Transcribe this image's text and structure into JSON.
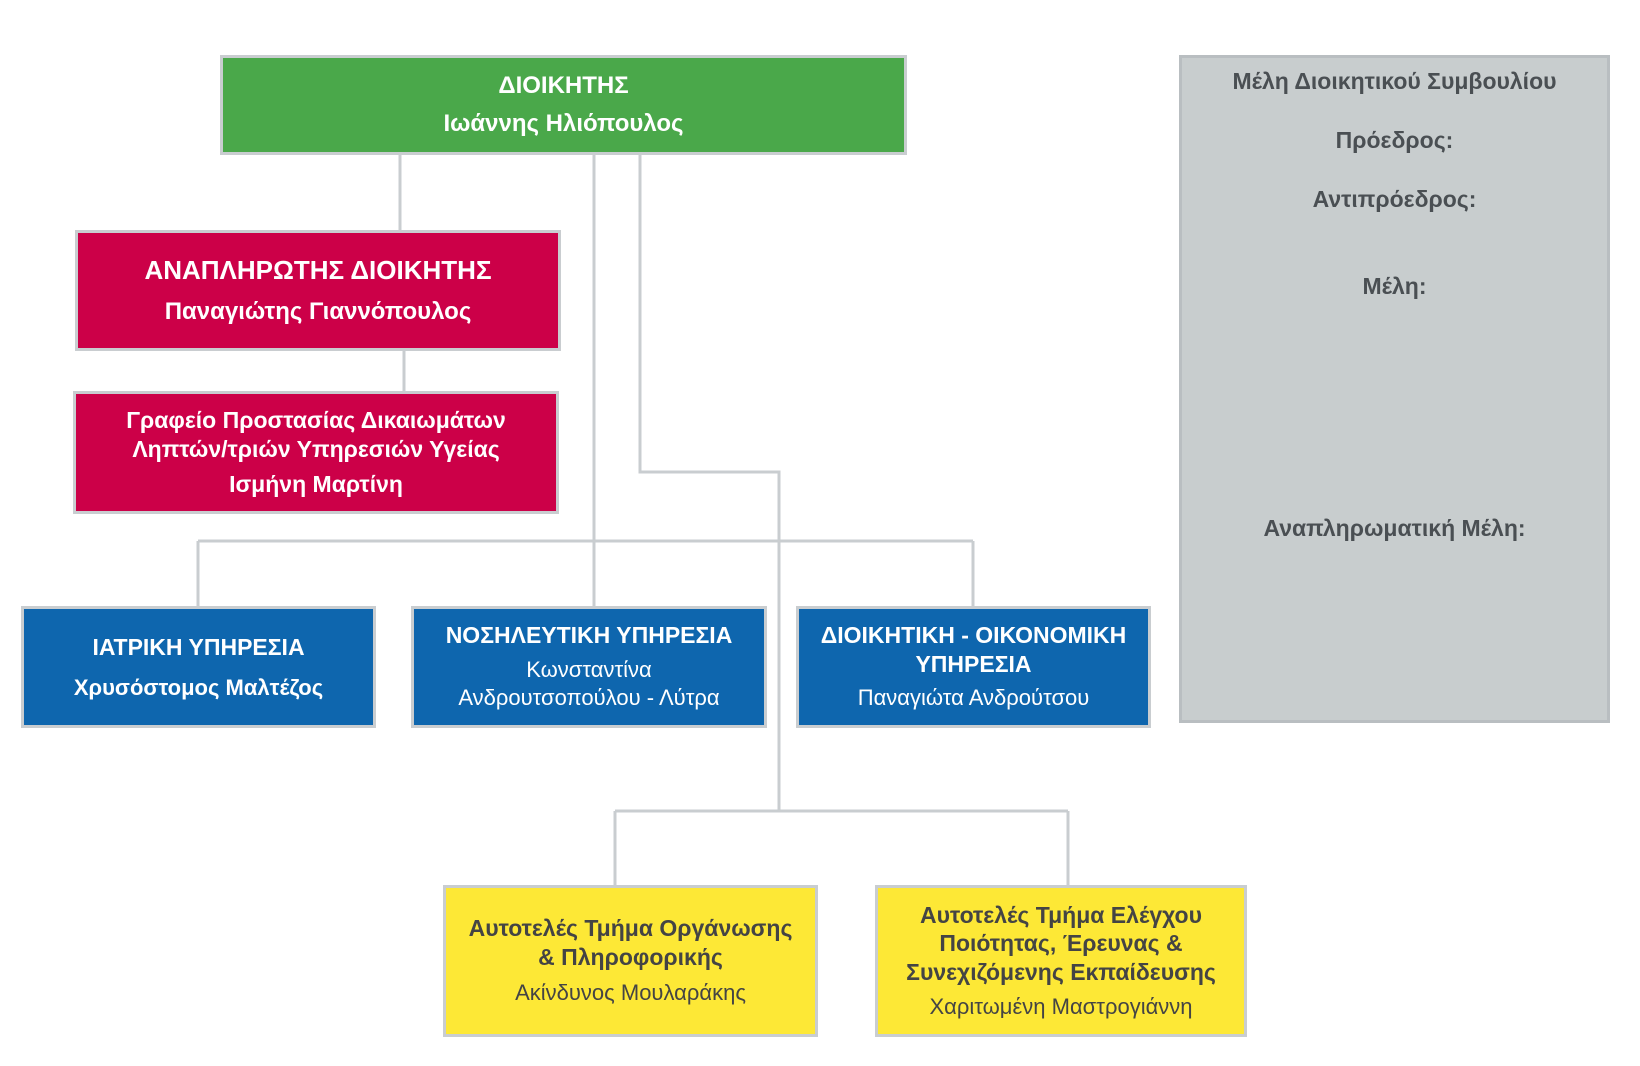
{
  "colors": {
    "director": "#4aa84a",
    "deputy": "#cc0048",
    "services": "#0e66ae",
    "departments": "#fde836",
    "board": "#c8cdce",
    "connector": "#c9cdd0"
  },
  "director": {
    "title": "ΔΙΟΙΚΗΤΗΣ",
    "name": "Ιωάννης Ηλιόπουλος"
  },
  "deputy": {
    "title": "ΑΝΑΠΛΗΡΩΤΗΣ ΔΙΟΙΚΗΤΗΣ",
    "name": "Παναγιώτης Γιαννόπουλος"
  },
  "rights_office": {
    "title_line1": "Γραφείο Προστασίας Δικαιωμάτων",
    "title_line2": "Ληπτών/τριών Υπηρεσιών Υγείας",
    "name": "Ισμήνη Μαρτίνη"
  },
  "services": {
    "medical": {
      "title": "ΙΑΤΡΙΚΗ ΥΠΗΡΕΣΙΑ",
      "name": "Χρυσόστομος Μαλτέζος"
    },
    "nursing": {
      "title": "ΝΟΣΗΛΕΥΤΙΚΗ ΥΠΗΡΕΣΙΑ",
      "name_line1": "Κωνσταντίνα",
      "name_line2": "Ανδρουτσοπούλου - Λύτρα"
    },
    "admin": {
      "title_line1": "ΔΙΟΙΚΗΤΙΚΗ - ΟΙΚΟΝΟΜΙΚΗ",
      "title_line2": "ΥΠΗΡΕΣΙΑ",
      "name": "Παναγιώτα Ανδρούτσου"
    }
  },
  "departments": {
    "it": {
      "title_line1": "Αυτοτελές Τμήμα Οργάνωσης",
      "title_line2": "& Πληροφορικής",
      "name": "Ακίνδυνος Μουλαράκης"
    },
    "quality": {
      "title_line1": "Αυτοτελές Τμήμα Ελέγχου",
      "title_line2": "Ποιότητας, Έρευνας &",
      "title_line3": "Συνεχιζόμενης Εκπαίδευσης",
      "name": "Χαριτωμένη Μαστρογιάννη"
    }
  },
  "board": {
    "title": "Μέλη Διοικητικού Συμβουλίου",
    "president": "Πρόεδρος:",
    "vice_president": "Αντιπρόεδρος:",
    "members": "Μέλη:",
    "alternates": "Αναπληρωματική Μέλη:"
  }
}
